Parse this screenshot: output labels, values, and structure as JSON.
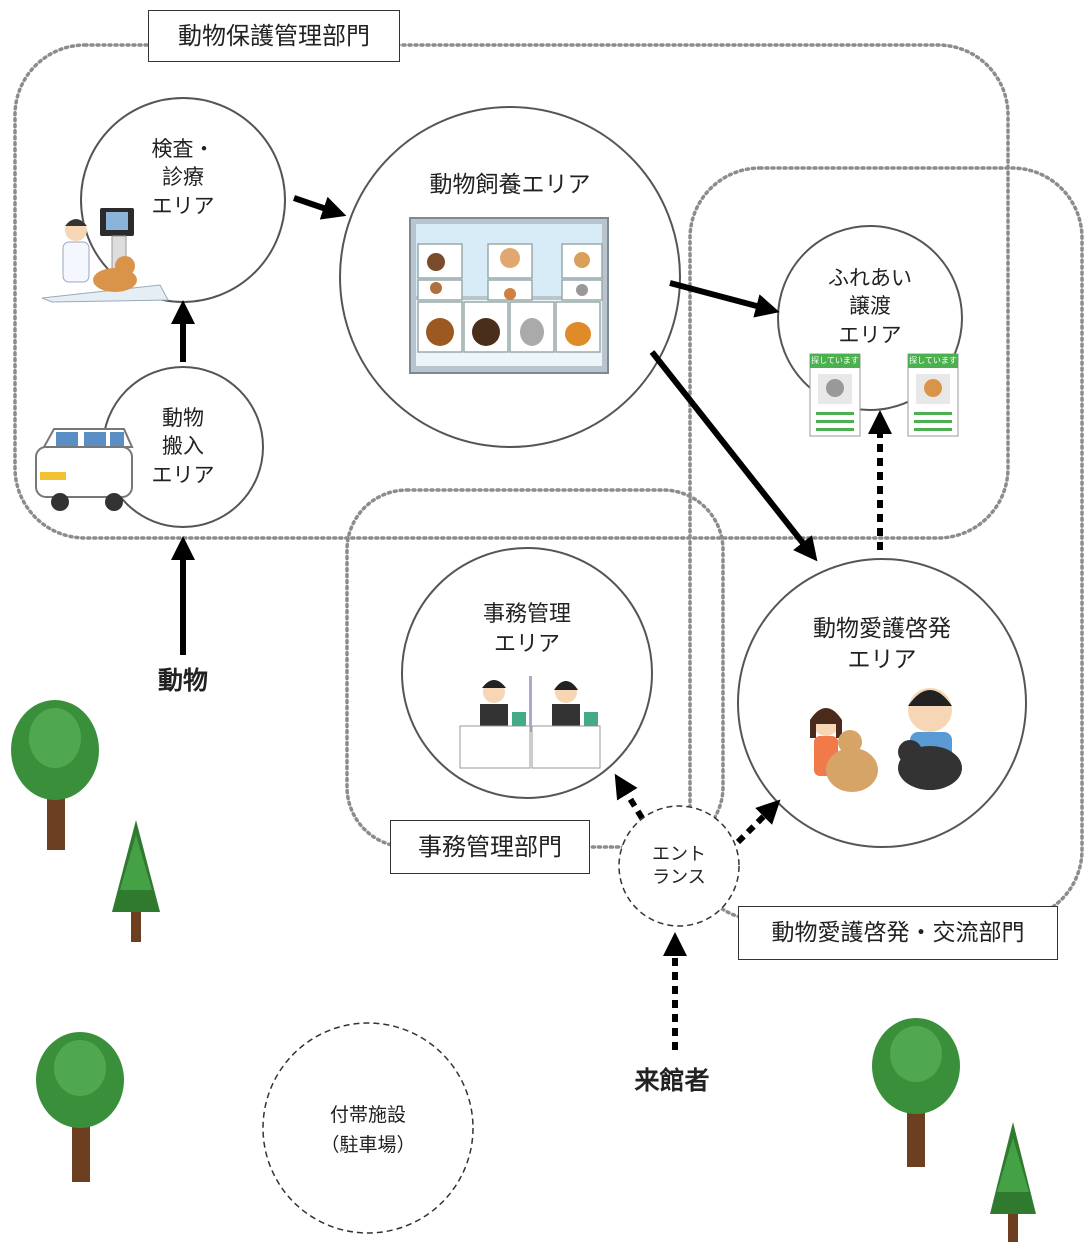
{
  "departments": {
    "protection": "動物保護管理部門",
    "office": "事務管理部門",
    "education": "動物愛護啓発・交流部門"
  },
  "areas": {
    "exam": "検査・\n診療\nエリア",
    "housing": "動物飼養エリア",
    "adoption": "ふれあい\n譲渡\nエリア",
    "intake": "動物\n搬入\nエリア",
    "office_area": "事務管理\nエリア",
    "education_area": "動物愛護啓発\nエリア",
    "entrance": "エント\nランス",
    "facility": "付帯施設\n（駐車場）"
  },
  "flows": {
    "animals": "動物",
    "visitors": "来館者"
  },
  "posters": {
    "header": "探しています"
  },
  "colors": {
    "arrow": "#000000",
    "dept_border": "#8c8c8c",
    "circle_border": "#555555",
    "tree_leaf": "#3a8f3a",
    "tree_trunk": "#6b3f1f",
    "poster_green": "#4caf50"
  }
}
